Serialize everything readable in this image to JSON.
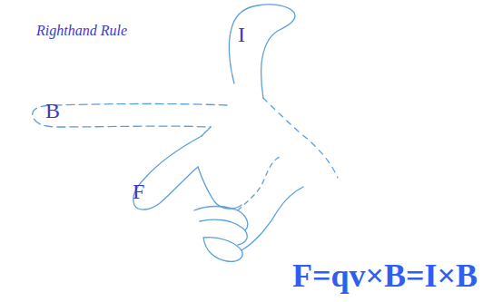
{
  "diagram": {
    "title": "Righthand Rule",
    "labels": [
      "I",
      "B",
      "F",
      "F=qv×B=I×B"
    ]
  }
}
